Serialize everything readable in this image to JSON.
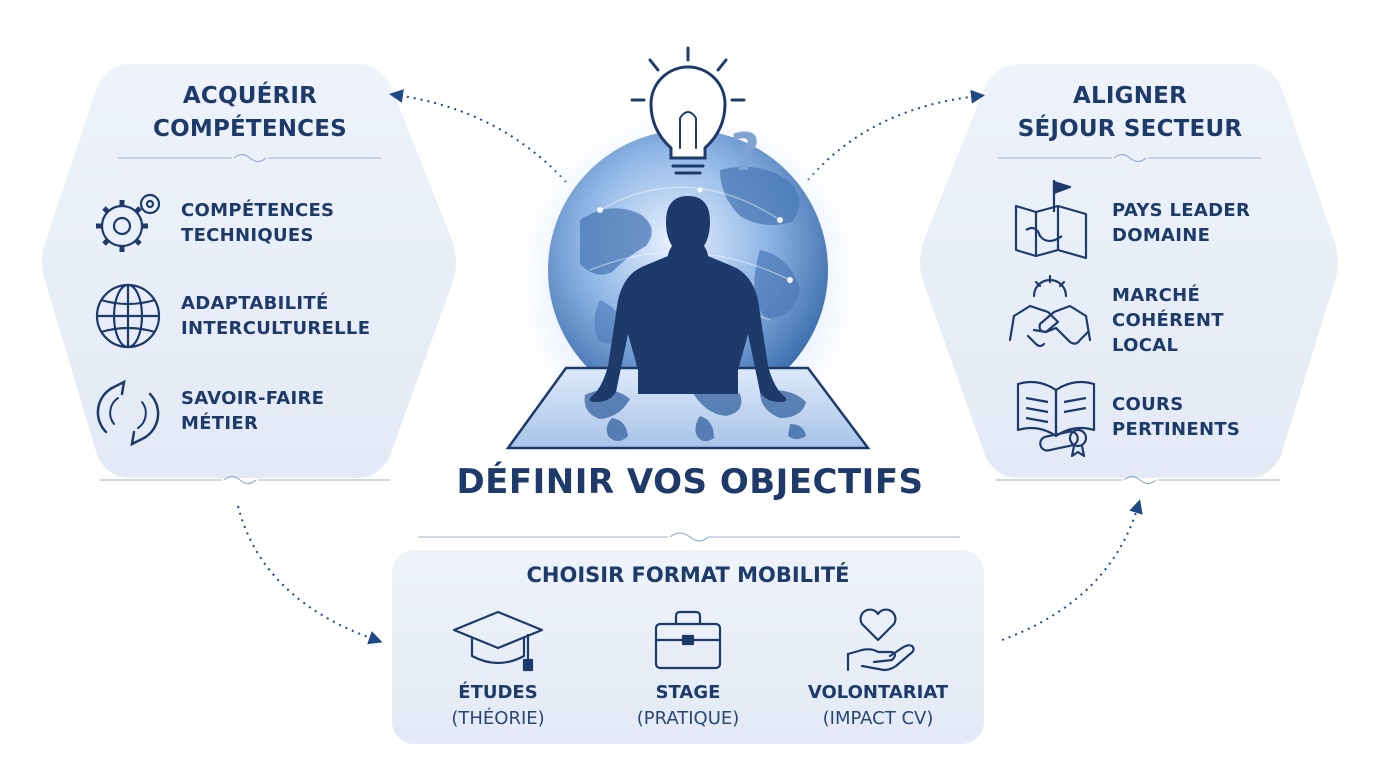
{
  "center": {
    "title": "DÉFINIR VOS OBJECTIFS"
  },
  "left_panel": {
    "title_line1": "ACQUÉRIR",
    "title_line2": "COMPÉTENCES",
    "items": [
      {
        "icon": "gears-icon",
        "line1": "COMPÉTENCES",
        "line2": "TECHNIQUES"
      },
      {
        "icon": "globe-icon",
        "line1": "ADAPTABILITÉ",
        "line2": "INTERCULTURELLE"
      },
      {
        "icon": "cycle-arrows-icon",
        "line1": "SAVOIR-FAIRE",
        "line2": "MÉTIER"
      }
    ]
  },
  "right_panel": {
    "title_line1": "ALIGNER",
    "title_line2": "SÉJOUR SECTEUR",
    "items": [
      {
        "icon": "map-flag-icon",
        "line1": "PAYS LEADER",
        "line2": "DOMAINE"
      },
      {
        "icon": "handshake-icon",
        "line1": "MARCHÉ",
        "line2": "COHÉRENT",
        "line3": "LOCAL"
      },
      {
        "icon": "book-diploma-icon",
        "line1": "COURS",
        "line2": "PERTINENTS"
      }
    ]
  },
  "bottom_panel": {
    "title": "CHOISIR FORMAT MOBILITÉ",
    "items": [
      {
        "icon": "graduation-cap-icon",
        "label": "ÉTUDES",
        "sub": "(THÉORIE)"
      },
      {
        "icon": "briefcase-icon",
        "label": "STAGE",
        "sub": "(PRATIQUE)"
      },
      {
        "icon": "heart-hand-icon",
        "label": "VOLONTARIAT",
        "sub": "(IMPACT CV)"
      }
    ]
  },
  "colors": {
    "navy": "#1d3a6b",
    "panel_fill": "#e8eef8",
    "arrow": "#1f4a86",
    "glow": "#bcd6f7"
  }
}
